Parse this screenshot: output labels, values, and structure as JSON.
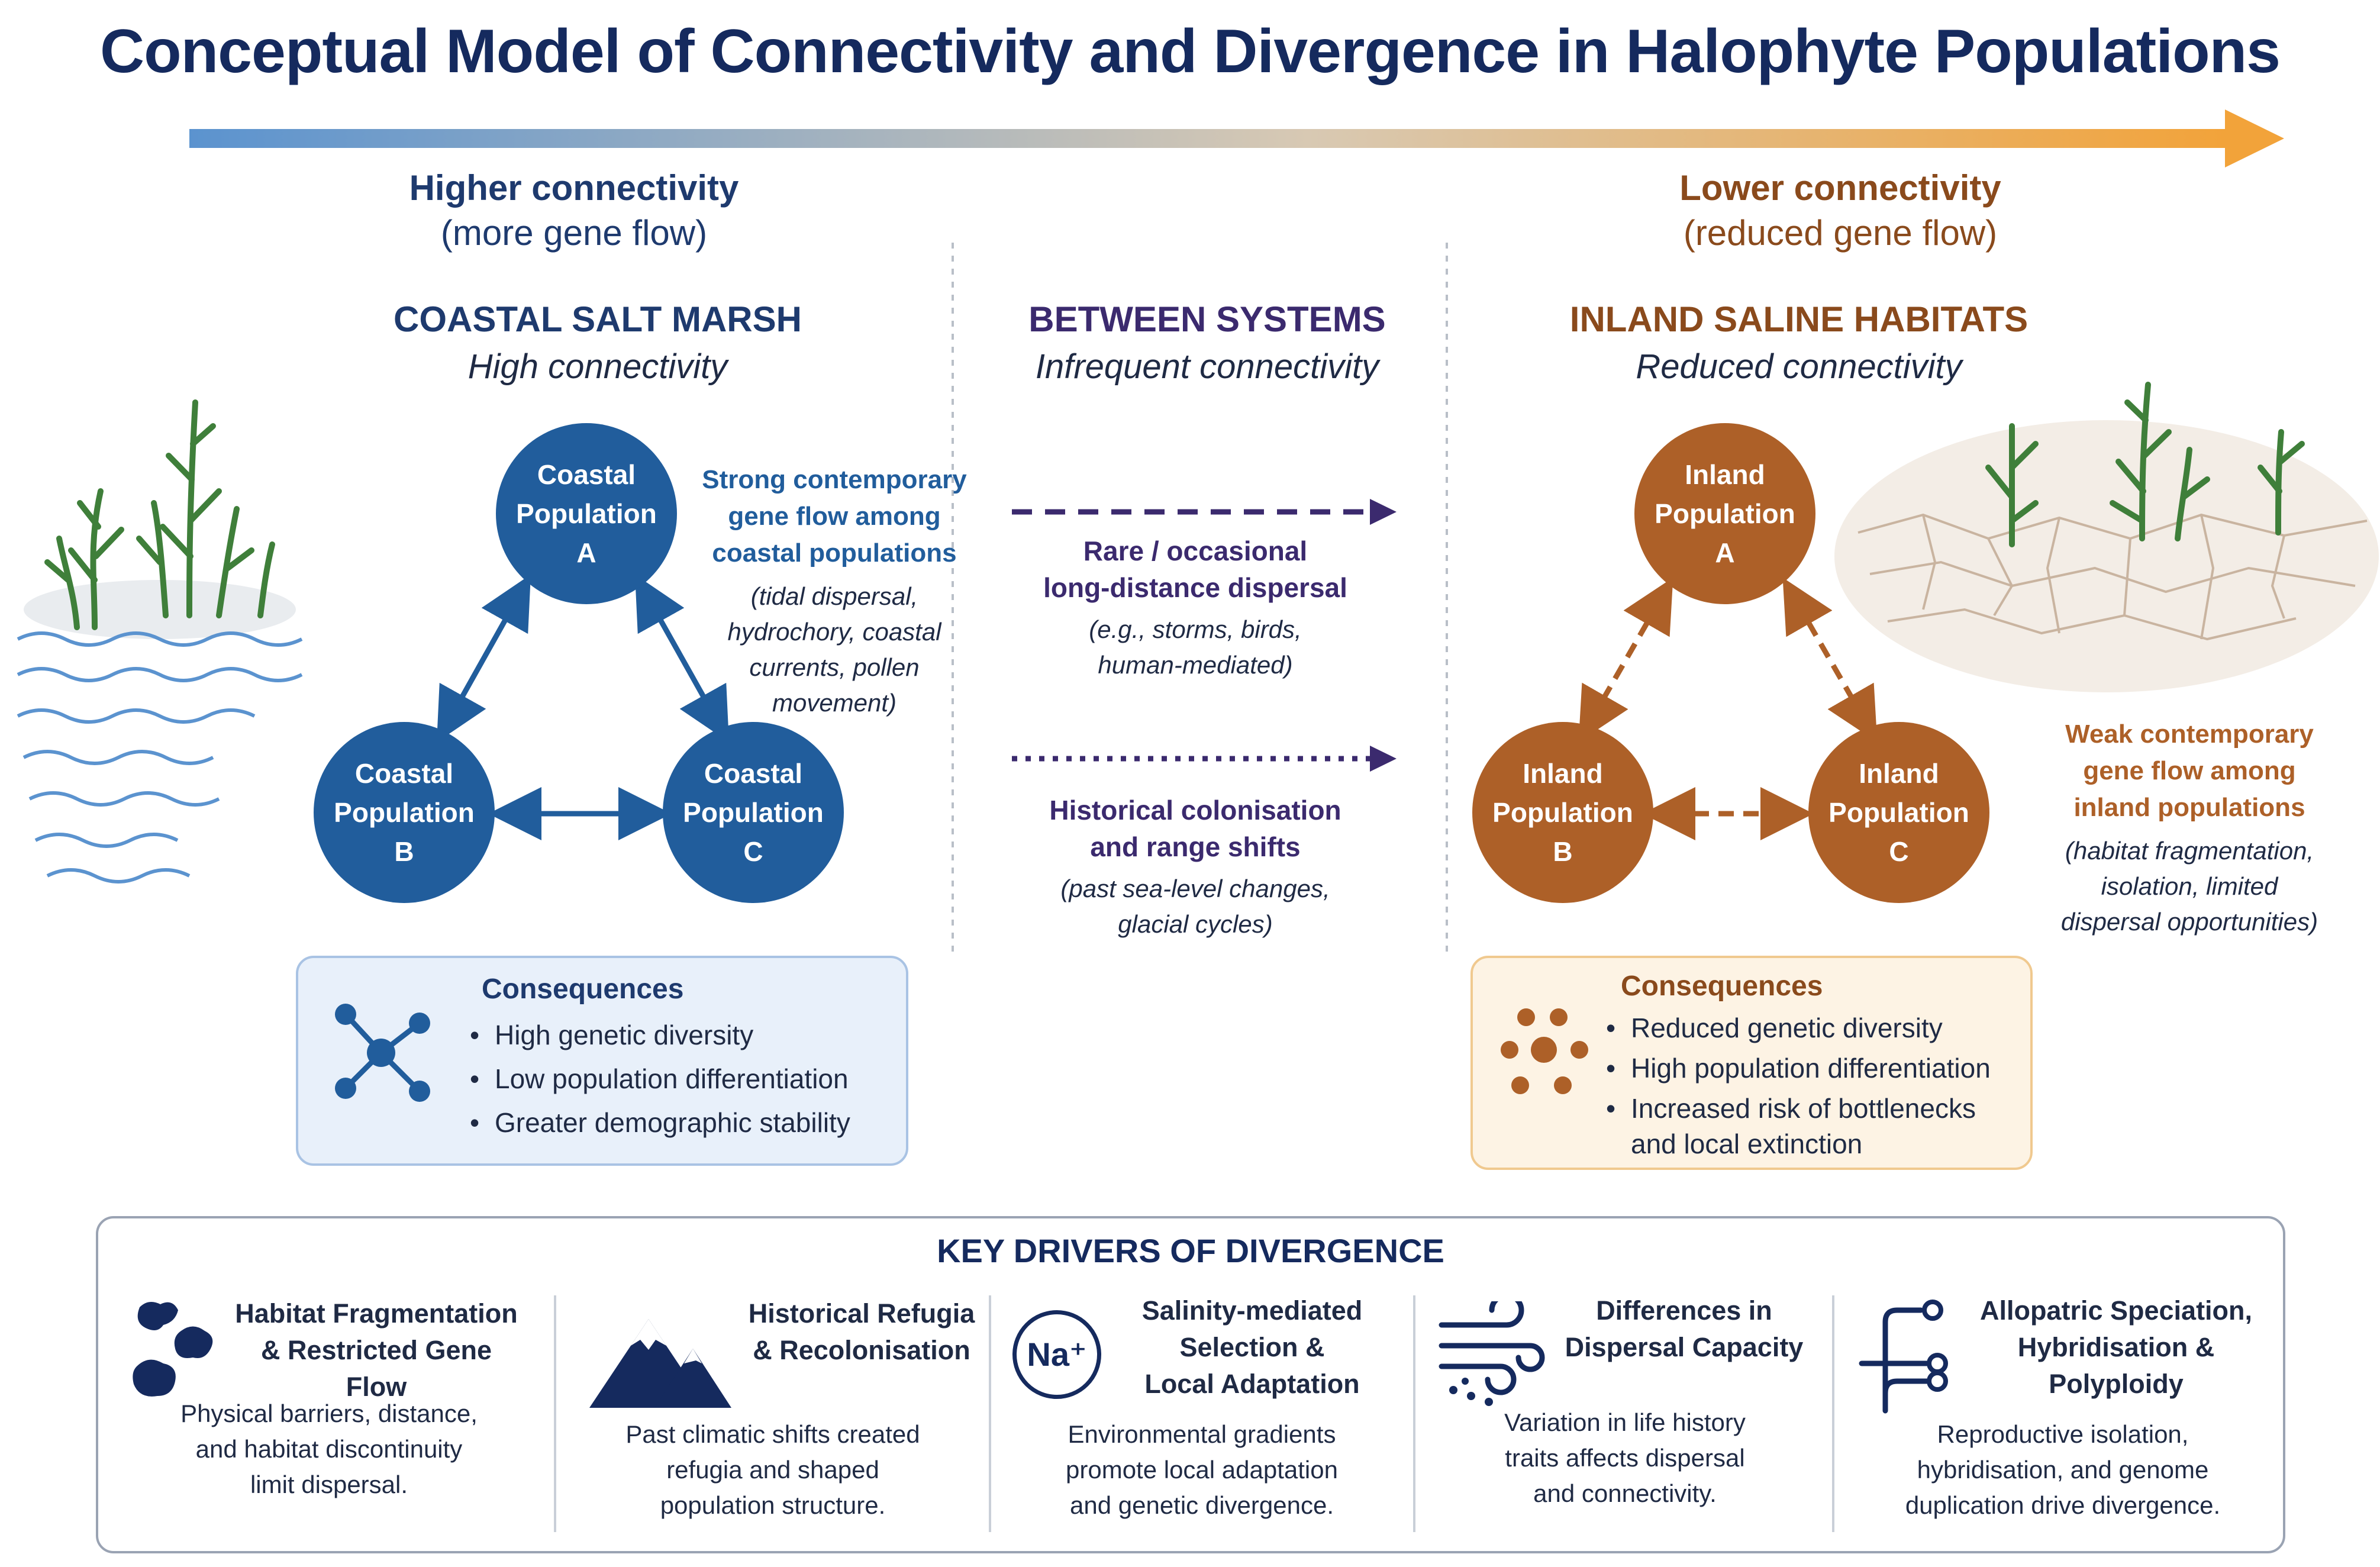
{
  "title": "Conceptual Model of Connectivity and Divergence in Halophyte Populations",
  "gradient_colors": {
    "start": "#5b93cf",
    "middle": "#d8c9b3",
    "end": "#f2a33a"
  },
  "left_header": {
    "line1": "Higher connectivity",
    "line2": "(more gene flow)"
  },
  "right_header": {
    "line1": "Lower connectivity",
    "line2": "(reduced gene flow)"
  },
  "coastal": {
    "heading": "COASTAL SALT MARSH",
    "subheading": "High connectivity",
    "pop_a": "Coastal Population A",
    "pop_b": "Coastal Population B",
    "pop_c": "Coastal Population C",
    "flow_title": [
      "Strong contemporary",
      "gene flow among",
      "coastal populations"
    ],
    "flow_detail": [
      "(tidal dispersal,",
      "hydrochory, coastal",
      "currents, pollen",
      "movement)"
    ],
    "consequences_title": "Consequences",
    "consequences": [
      "High genetic diversity",
      "Low population differentiation",
      "Greater demographic stability"
    ],
    "color": "#215d9c"
  },
  "between": {
    "heading": "BETWEEN SYSTEMS",
    "subheading": "Infrequent connectivity",
    "dispersal_title": [
      "Rare / occasional",
      "long-distance dispersal"
    ],
    "dispersal_detail": [
      "(e.g., storms, birds,",
      "human-mediated)"
    ],
    "history_title": [
      "Historical colonisation",
      "and range shifts"
    ],
    "history_detail": [
      "(past sea-level changes,",
      "glacial cycles)"
    ],
    "color": "#3b2a6e"
  },
  "inland": {
    "heading": "INLAND SALINE HABITATS",
    "subheading": "Reduced connectivity",
    "pop_a": "Inland Population A",
    "pop_b": "Inland Population B",
    "pop_c": "Inland Population C",
    "flow_title": [
      "Weak contemporary",
      "gene flow among",
      "inland populations"
    ],
    "flow_detail": [
      "(habitat fragmentation,",
      "isolation, limited",
      "dispersal opportunities)"
    ],
    "consequences_title": "Consequences",
    "consequences": [
      "Reduced genetic diversity",
      "High population differentiation",
      "Increased risk of bottlenecks and local extinction"
    ],
    "color": "#ad6028"
  },
  "drivers": {
    "heading": "KEY DRIVERS OF DIVERGENCE",
    "items": [
      {
        "icon": "fragments-icon",
        "title": [
          "Habitat Fragmentation",
          "& Restricted Gene Flow"
        ],
        "desc": [
          "Physical barriers, distance,",
          "and habitat discontinuity",
          "limit dispersal."
        ]
      },
      {
        "icon": "mountain-icon",
        "title": [
          "Historical Refugia",
          "& Recolonisation"
        ],
        "desc": [
          "Past climatic shifts created",
          "refugia and shaped",
          "population structure."
        ]
      },
      {
        "icon": "sodium-icon",
        "icon_text": "Na⁺",
        "title": [
          "Salinity-mediated",
          "Selection &",
          "Local Adaptation"
        ],
        "desc": [
          "Environmental gradients",
          "promote local adaptation",
          "and genetic divergence."
        ]
      },
      {
        "icon": "wind-icon",
        "title": [
          "Differences in",
          "Dispersal Capacity"
        ],
        "desc": [
          "Variation in life history",
          "traits affects dispersal",
          "and connectivity."
        ]
      },
      {
        "icon": "branching-icon",
        "title": [
          "Allopatric Speciation,",
          "Hybridisation &",
          "Polyploidy"
        ],
        "desc": [
          "Reproductive isolation,",
          "hybridisation, and genome",
          "duplication drive divergence."
        ]
      }
    ]
  }
}
